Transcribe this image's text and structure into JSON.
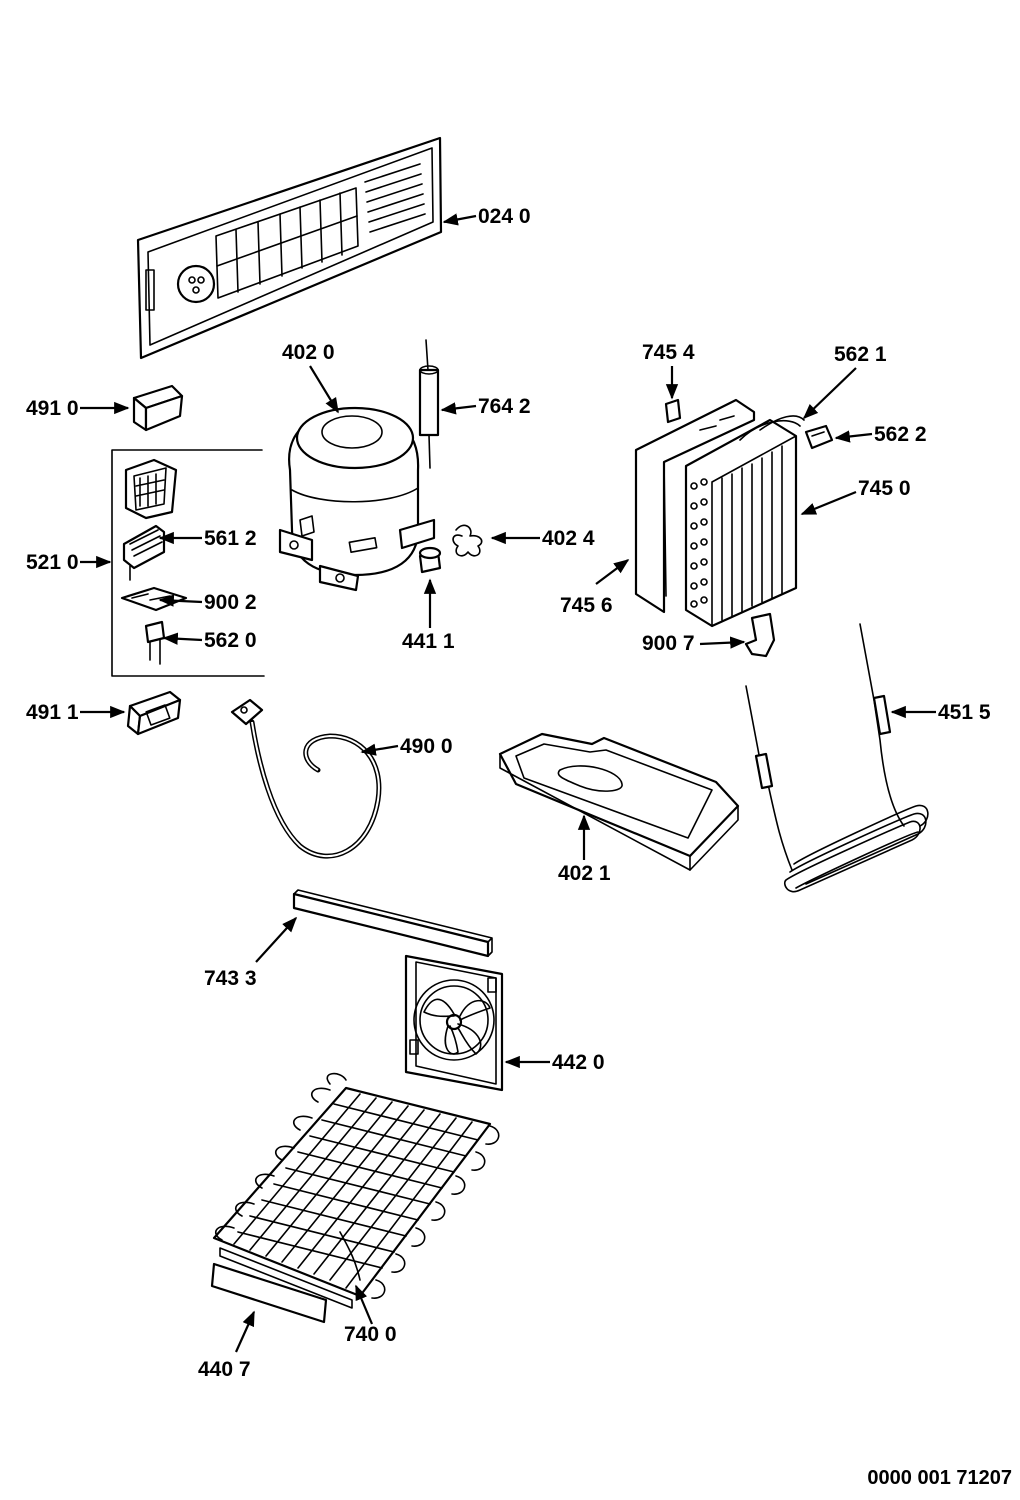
{
  "labels": {
    "l0240": "024 0",
    "l4020": "402 0",
    "l7642": "764 2",
    "l7454": "745 4",
    "l5621": "562 1",
    "l5622": "562 2",
    "l7450": "745 0",
    "l4910": "491 0",
    "l5210": "521 0",
    "l5612": "561 2",
    "l9002": "900 2",
    "l5620": "562 0",
    "l4024": "402 4",
    "l4411": "441 1",
    "l7456": "745 6",
    "l9007": "900 7",
    "l4911": "491 1",
    "l4900": "490 0",
    "l4515": "451 5",
    "l4021": "402 1",
    "l7433": "743 3",
    "l4420": "442 0",
    "l7400": "740 0",
    "l4407": "440 7"
  },
  "footer": {
    "code": "0000 001 71207"
  }
}
